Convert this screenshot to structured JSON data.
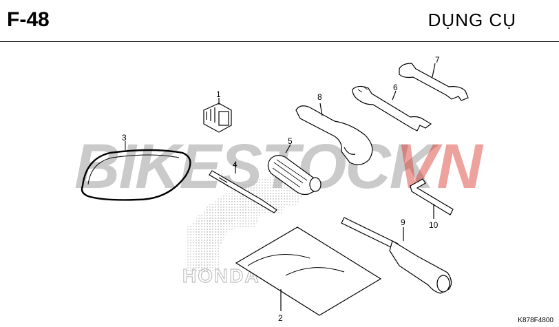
{
  "header": {
    "figure_id": "F-48",
    "title": "DỤNG CỤ"
  },
  "watermark": {
    "text_part1": "BIKESTOCK",
    "text_part2": "VN",
    "brand_logo_text": "HONDA"
  },
  "callouts": [
    "1",
    "2",
    "3",
    "4",
    "5",
    "6",
    "7",
    "8",
    "9",
    "10"
  ],
  "drawing_code": "K878F4800",
  "colors": {
    "line": "#000000",
    "watermark_gray": "#8c8c8c",
    "watermark_red": "#d9322b"
  }
}
